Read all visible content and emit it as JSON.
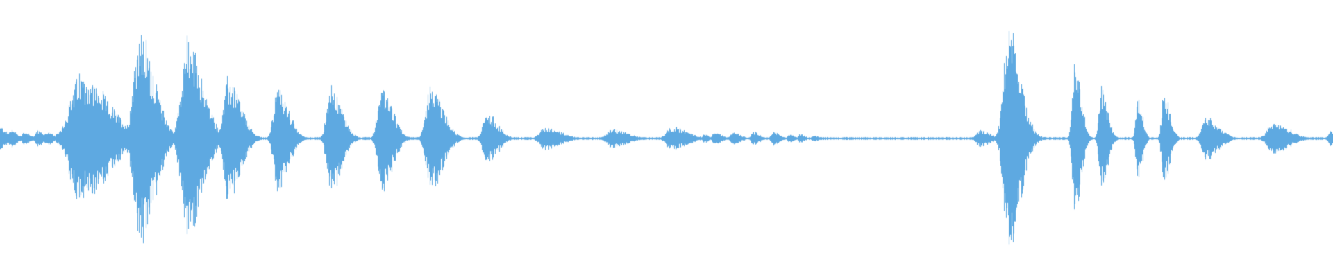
{
  "waveform": {
    "color": "#5ea9e1",
    "background": "#ffffff",
    "peaks": [
      {
        "position": 0.0,
        "amplitude": 0.1,
        "width": 0.004,
        "noise": 0.6
      },
      {
        "position": 0.008,
        "amplitude": 0.08,
        "width": 0.004,
        "noise": 0.6
      },
      {
        "position": 0.018,
        "amplitude": 0.06,
        "width": 0.004,
        "noise": 0.6
      },
      {
        "position": 0.028,
        "amplitude": 0.07,
        "width": 0.004,
        "noise": 0.6
      },
      {
        "position": 0.035,
        "amplitude": 0.06,
        "width": 0.004,
        "noise": 0.6
      },
      {
        "position": 0.06,
        "amplitude": 0.55,
        "width": 0.018,
        "noise": 0.3
      },
      {
        "position": 0.104,
        "amplitude": 0.92,
        "width": 0.01,
        "noise": 0.25
      },
      {
        "position": 0.14,
        "amplitude": 0.85,
        "width": 0.01,
        "noise": 0.25
      },
      {
        "position": 0.171,
        "amplitude": 0.52,
        "width": 0.008,
        "noise": 0.25
      },
      {
        "position": 0.208,
        "amplitude": 0.45,
        "width": 0.007,
        "noise": 0.25
      },
      {
        "position": 0.248,
        "amplitude": 0.46,
        "width": 0.007,
        "noise": 0.25
      },
      {
        "position": 0.286,
        "amplitude": 0.45,
        "width": 0.007,
        "noise": 0.25
      },
      {
        "position": 0.323,
        "amplitude": 0.45,
        "width": 0.008,
        "noise": 0.25
      },
      {
        "position": 0.365,
        "amplitude": 0.22,
        "width": 0.007,
        "noise": 0.4
      },
      {
        "position": 0.409,
        "amplitude": 0.1,
        "width": 0.01,
        "noise": 0.5
      },
      {
        "position": 0.459,
        "amplitude": 0.08,
        "width": 0.01,
        "noise": 0.5
      },
      {
        "position": 0.504,
        "amplitude": 0.1,
        "width": 0.01,
        "noise": 0.5
      },
      {
        "position": 0.528,
        "amplitude": 0.04,
        "width": 0.003,
        "noise": 0.2
      },
      {
        "position": 0.536,
        "amplitude": 0.06,
        "width": 0.004,
        "noise": 0.2
      },
      {
        "position": 0.55,
        "amplitude": 0.05,
        "width": 0.005,
        "noise": 0.2
      },
      {
        "position": 0.565,
        "amplitude": 0.06,
        "width": 0.004,
        "noise": 0.2
      },
      {
        "position": 0.58,
        "amplitude": 0.06,
        "width": 0.004,
        "noise": 0.2
      },
      {
        "position": 0.592,
        "amplitude": 0.04,
        "width": 0.003,
        "noise": 0.2
      },
      {
        "position": 0.6,
        "amplitude": 0.04,
        "width": 0.003,
        "noise": 0.2
      },
      {
        "position": 0.61,
        "amplitude": 0.03,
        "width": 0.003,
        "noise": 0.2
      },
      {
        "position": 0.735,
        "amplitude": 0.08,
        "width": 0.006,
        "noise": 0.5
      },
      {
        "position": 0.756,
        "amplitude": 0.95,
        "width": 0.008,
        "noise": 0.25
      },
      {
        "position": 0.806,
        "amplitude": 0.75,
        "width": 0.004,
        "noise": 0.2
      },
      {
        "position": 0.826,
        "amplitude": 0.45,
        "width": 0.004,
        "noise": 0.2
      },
      {
        "position": 0.853,
        "amplitude": 0.42,
        "width": 0.003,
        "noise": 0.2
      },
      {
        "position": 0.873,
        "amplitude": 0.4,
        "width": 0.004,
        "noise": 0.2
      },
      {
        "position": 0.905,
        "amplitude": 0.18,
        "width": 0.008,
        "noise": 0.4
      },
      {
        "position": 0.955,
        "amplitude": 0.14,
        "width": 0.01,
        "noise": 0.4
      },
      {
        "position": 0.998,
        "amplitude": 0.07,
        "width": 0.004,
        "noise": 0.4
      }
    ],
    "baseline_noise": 0.012
  }
}
